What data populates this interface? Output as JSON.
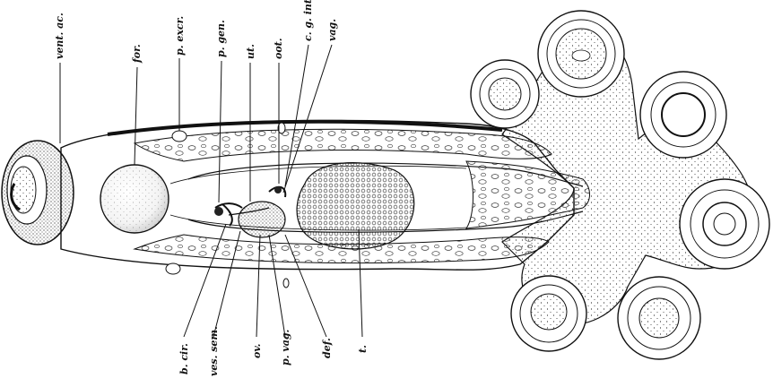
{
  "figure": {
    "labels": {
      "vent_ac": "vent. ac.",
      "for": "for.",
      "p_excr": "p. excr.",
      "p_gen": "p. gen.",
      "ut": "ut.",
      "oot": "oot.",
      "c_g_int": "c. g. int.",
      "vag": "vag.",
      "b_cir": "b. cir.",
      "ves_sem": "ves. sem.",
      "ov": "ov.",
      "p_vag": "p. vag.",
      "def": "def.",
      "t": "t."
    }
  }
}
